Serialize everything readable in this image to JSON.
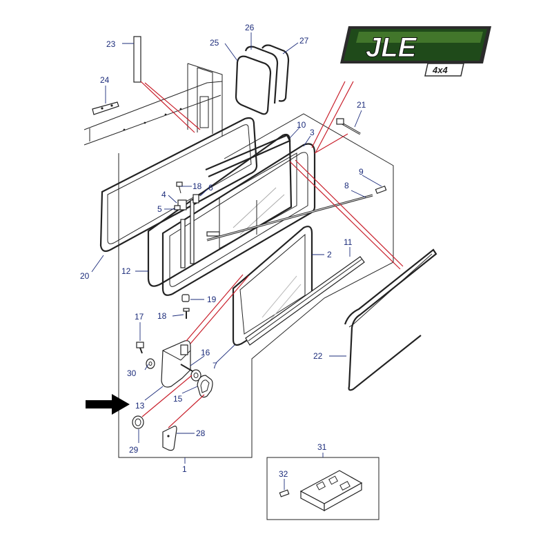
{
  "logo": {
    "text": "JLE",
    "sub": "4x4",
    "colors": {
      "green_dark": "#1f4a1a",
      "green_light": "#5f9a3a",
      "frame": "#2b2b2b"
    }
  },
  "colors": {
    "callout": "#1b2b7a",
    "guide": "#c81e2a",
    "line": "#222222"
  },
  "callouts": {
    "n1": "1",
    "n2": "2",
    "n3": "3",
    "n4": "4",
    "n5": "5",
    "n6": "6",
    "n7": "7",
    "n8": "8",
    "n9": "9",
    "n10": "10",
    "n11": "11",
    "n12": "12",
    "n13": "13",
    "n15": "15",
    "n16": "16",
    "n17": "17",
    "n18a": "18",
    "n18b": "18",
    "n19": "19",
    "n20": "20",
    "n21": "21",
    "n22": "22",
    "n23": "23",
    "n24": "24",
    "n25": "25",
    "n26": "26",
    "n27": "27",
    "n28": "28",
    "n29": "29",
    "n30": "30",
    "n31": "31",
    "n32": "32"
  },
  "pointer": {
    "icon": "arrow-right-icon"
  }
}
